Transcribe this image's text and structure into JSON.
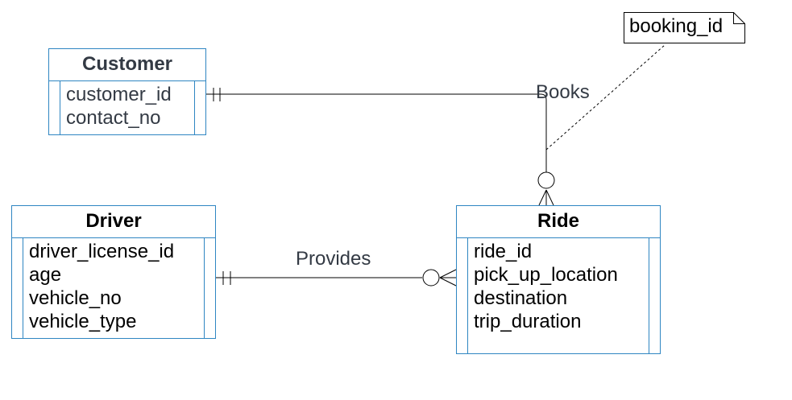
{
  "entities": {
    "customer": {
      "name": "Customer",
      "attributes": [
        "customer_id",
        "contact_no"
      ]
    },
    "driver": {
      "name": "Driver",
      "attributes": [
        "driver_license_id",
        "age",
        "vehicle_no",
        "vehicle_type"
      ]
    },
    "ride": {
      "name": "Ride",
      "attributes": [
        "ride_id",
        "pick_up_location",
        "destination",
        "trip_duration"
      ]
    }
  },
  "relationships": {
    "books": {
      "label": "Books",
      "from": "Customer",
      "to": "Ride",
      "from_cardinality": "exactly-one",
      "to_cardinality": "zero-or-many"
    },
    "provides": {
      "label": "Provides",
      "from": "Driver",
      "to": "Ride",
      "from_cardinality": "exactly-one",
      "to_cardinality": "zero-or-many"
    }
  },
  "note": {
    "text": "booking_id"
  },
  "colors": {
    "entity_border": "#2f86c2",
    "line": "#000000",
    "muted_text": "#333a44"
  }
}
